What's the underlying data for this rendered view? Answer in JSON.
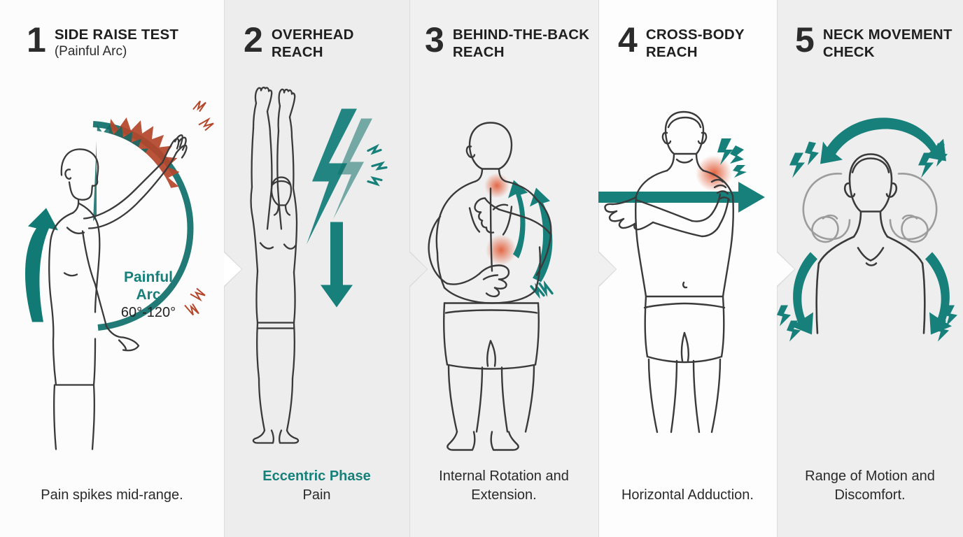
{
  "theme": {
    "teal": "#17807b",
    "teal_dark": "#0f6f6a",
    "rust": "#b4472b",
    "orange": "#e2603c",
    "ink": "#2b2b2b",
    "panel_bg_light": "#fcfcfc",
    "panel_bg_gray": "#ededed"
  },
  "panels": [
    {
      "number": "1",
      "title": "SIDE RAISE TEST",
      "subtitle": "(Painful Arc)",
      "caption_highlight": "",
      "caption": "Pain spikes mid-range.",
      "annotation": {
        "line1": "Painful",
        "line2": "Arc",
        "line3": "60°-120°"
      },
      "icons": [
        "raised-arm-figure-icon",
        "painful-arc-icon",
        "upward-motion-arrow-icon",
        "pain-spark-icon"
      ]
    },
    {
      "number": "2",
      "title": "OVERHEAD REACH",
      "subtitle": "",
      "caption_highlight": "Eccentric Phase",
      "caption": "Pain",
      "annotation": null,
      "icons": [
        "overhead-reach-figure-icon",
        "lightning-bolt-icon",
        "downward-arrow-icon",
        "pain-spark-icon"
      ]
    },
    {
      "number": "3",
      "title": "BEHIND-THE-BACK REACH",
      "subtitle": "",
      "caption_highlight": "",
      "caption": "Internal Rotation and Extension.",
      "annotation": null,
      "icons": [
        "behind-back-reach-figure-icon",
        "rotation-arrow-icon",
        "pain-hotspot-icon",
        "pain-spark-icon"
      ]
    },
    {
      "number": "4",
      "title": "CROSS-BODY REACH",
      "subtitle": "",
      "caption_highlight": "",
      "caption": "Horizontal Adduction.",
      "annotation": null,
      "icons": [
        "cross-body-reach-figure-icon",
        "horizontal-arrow-icon",
        "pain-hotspot-icon",
        "pain-spark-icon"
      ]
    },
    {
      "number": "5",
      "title": "NECK MOVEMENT CHECK",
      "subtitle": "",
      "caption_highlight": "",
      "caption": "Range of Motion and Discomfort.",
      "annotation": null,
      "icons": [
        "neck-rotation-figure-icon",
        "double-headed-arrow-icon",
        "curved-arrow-icon",
        "pain-spark-icon"
      ]
    }
  ]
}
